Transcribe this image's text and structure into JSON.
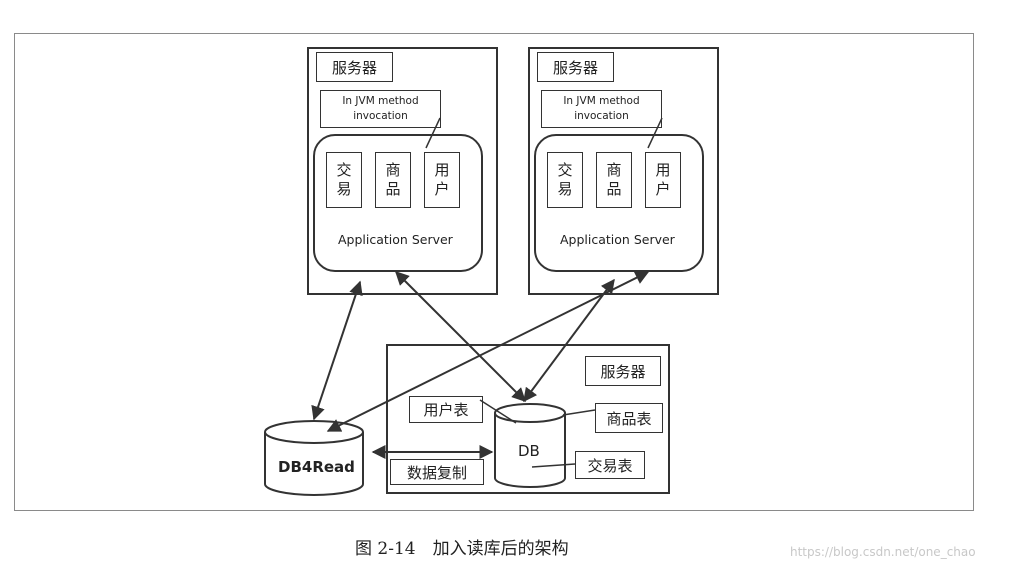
{
  "servers": [
    {
      "title": "服务器",
      "note": "In JVM method\ninvocation",
      "modules": [
        "交易",
        "商品",
        "用户"
      ],
      "app_label": "Application Server"
    },
    {
      "title": "服务器",
      "note": "In JVM method\ninvocation",
      "modules": [
        "交易",
        "商品",
        "用户"
      ],
      "app_label": "Application Server"
    }
  ],
  "db_server": {
    "title": "服务器",
    "db_label": "DB",
    "tables": [
      "用户表",
      "商品表",
      "交易表"
    ],
    "replication_label": "数据复制"
  },
  "read_db": {
    "label": "DB4Read"
  },
  "caption": "图 2-14　加入读库后的架构",
  "watermark": "https://blog.csdn.net/one_chao"
}
